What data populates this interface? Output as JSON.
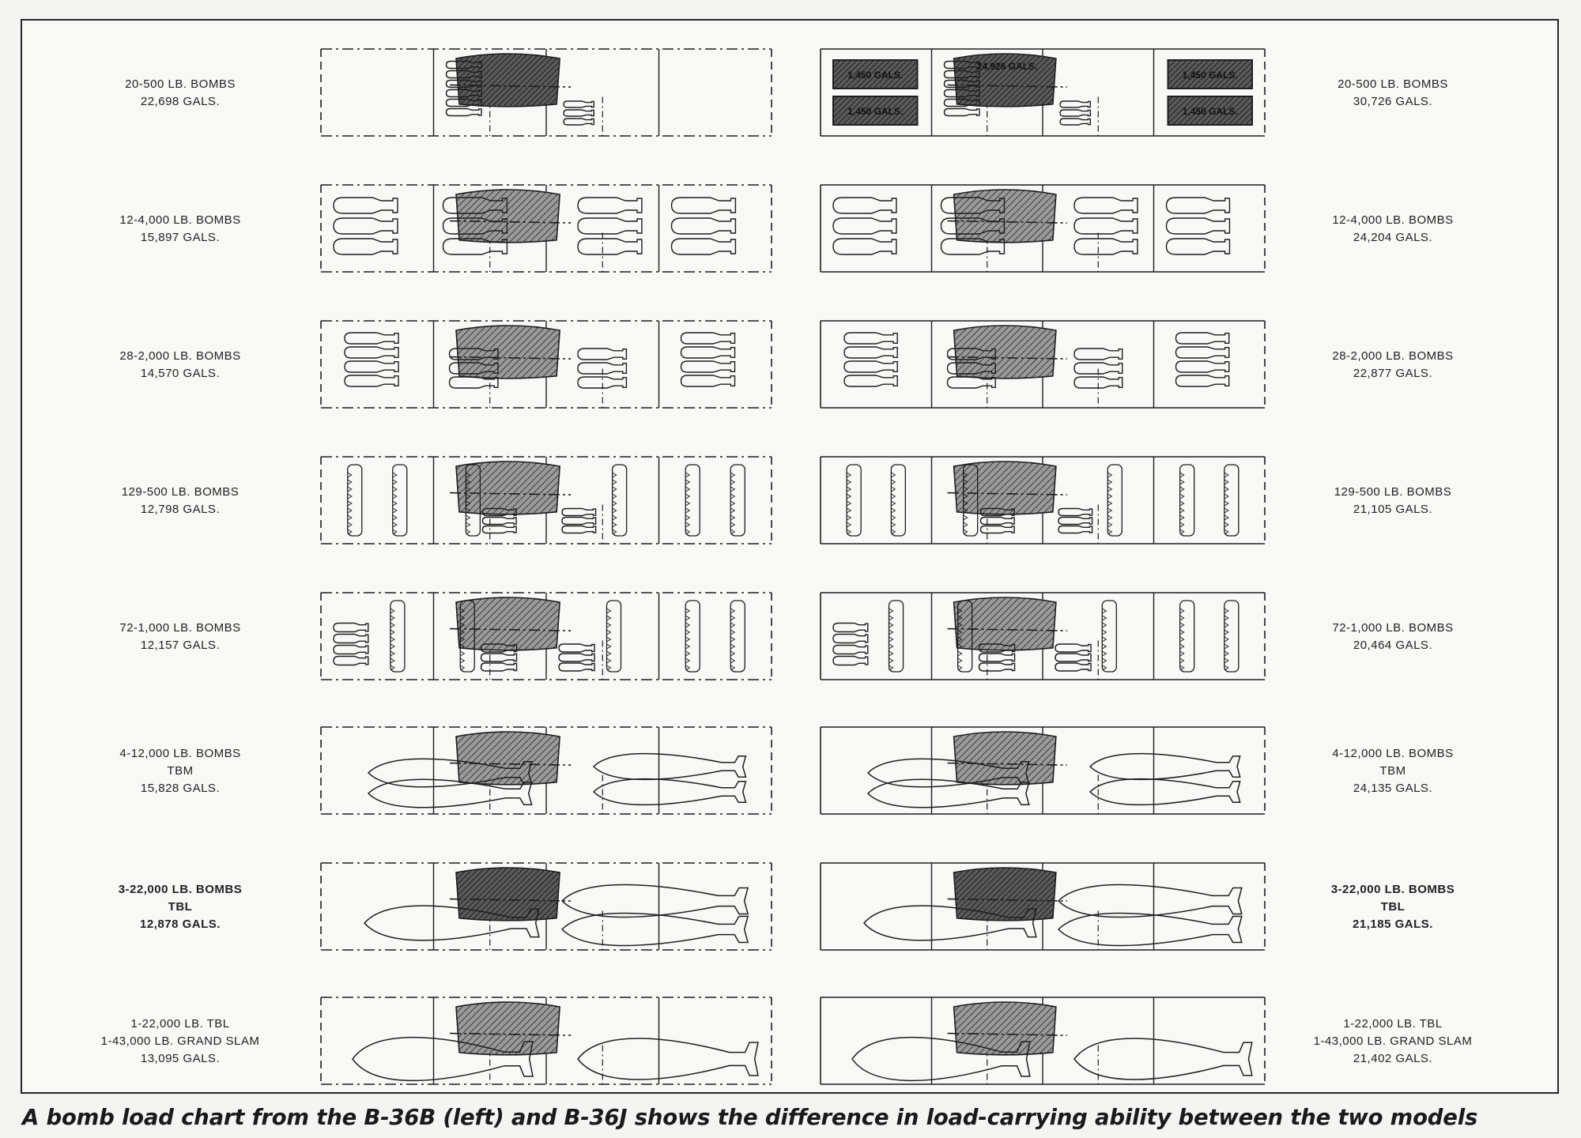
{
  "caption": "A bomb load chart from the B-36B (left) and B-36J shows the difference in load-carrying ability between the two models",
  "colors": {
    "ink": "#1e1e1e",
    "tank_fill": "#8c8c8c",
    "tank_dark": "#4a4a4a",
    "paper": "#f8f8f6"
  },
  "aux_tank_label": "1,450 GALS.",
  "center_tank_label": "24,926 GALS.",
  "rows": [
    {
      "id": "r1",
      "left": {
        "lines": [
          "20-500 LB. BOMBS",
          "22,698 GALS."
        ],
        "layout": "small-front"
      },
      "right": {
        "lines": [
          "20-500 LB. BOMBS",
          "30,726 GALS."
        ],
        "layout": "small-front-tanks"
      }
    },
    {
      "id": "r2",
      "left": {
        "lines": [
          "12-4,000 LB. BOMBS",
          "15,897 GALS."
        ],
        "layout": "large3"
      },
      "right": {
        "lines": [
          "12-4,000 LB. BOMBS",
          "24,204 GALS."
        ],
        "layout": "large3"
      }
    },
    {
      "id": "r3",
      "left": {
        "lines": [
          "28-2,000 LB. BOMBS",
          "14,570 GALS."
        ],
        "layout": "medium4"
      },
      "right": {
        "lines": [
          "28-2,000 LB. BOMBS",
          "22,877 GALS."
        ],
        "layout": "medium4"
      }
    },
    {
      "id": "r4",
      "left": {
        "lines": [
          "129-500 LB. BOMBS",
          "12,798 GALS."
        ],
        "layout": "small-many"
      },
      "right": {
        "lines": [
          "129-500 LB. BOMBS",
          "21,105 GALS."
        ],
        "layout": "small-many"
      }
    },
    {
      "id": "r5",
      "left": {
        "lines": [
          "72-1,000 LB. BOMBS",
          "12,157 GALS."
        ],
        "layout": "mixed"
      },
      "right": {
        "lines": [
          "72-1,000 LB. BOMBS",
          "20,464 GALS."
        ],
        "layout": "mixed"
      }
    },
    {
      "id": "r6",
      "left": {
        "lines": [
          "4-12,000 LB. BOMBS",
          "TBM",
          "15,828 GALS."
        ],
        "layout": "tbm4"
      },
      "right": {
        "lines": [
          "4-12,000 LB. BOMBS",
          "TBM",
          "24,135 GALS."
        ],
        "layout": "tbm4"
      }
    },
    {
      "id": "r7",
      "left": {
        "lines": [
          "3-22,000 LB. BOMBS",
          "TBL",
          "12,878 GALS."
        ],
        "layout": "tbl3",
        "bold": true
      },
      "right": {
        "lines": [
          "3-22,000 LB. BOMBS",
          "TBL",
          "21,185 GALS."
        ],
        "layout": "tbl3",
        "bold": true
      }
    },
    {
      "id": "r8",
      "left": {
        "lines": [
          "1-22,000 LB. TBL",
          "1-43,000 LB. GRAND SLAM",
          "13,095 GALS."
        ],
        "layout": "grand"
      },
      "right": {
        "lines": [
          "1-22,000 LB. TBL",
          "1-43,000 LB. GRAND SLAM",
          "21,402 GALS."
        ],
        "layout": "grand"
      }
    }
  ]
}
